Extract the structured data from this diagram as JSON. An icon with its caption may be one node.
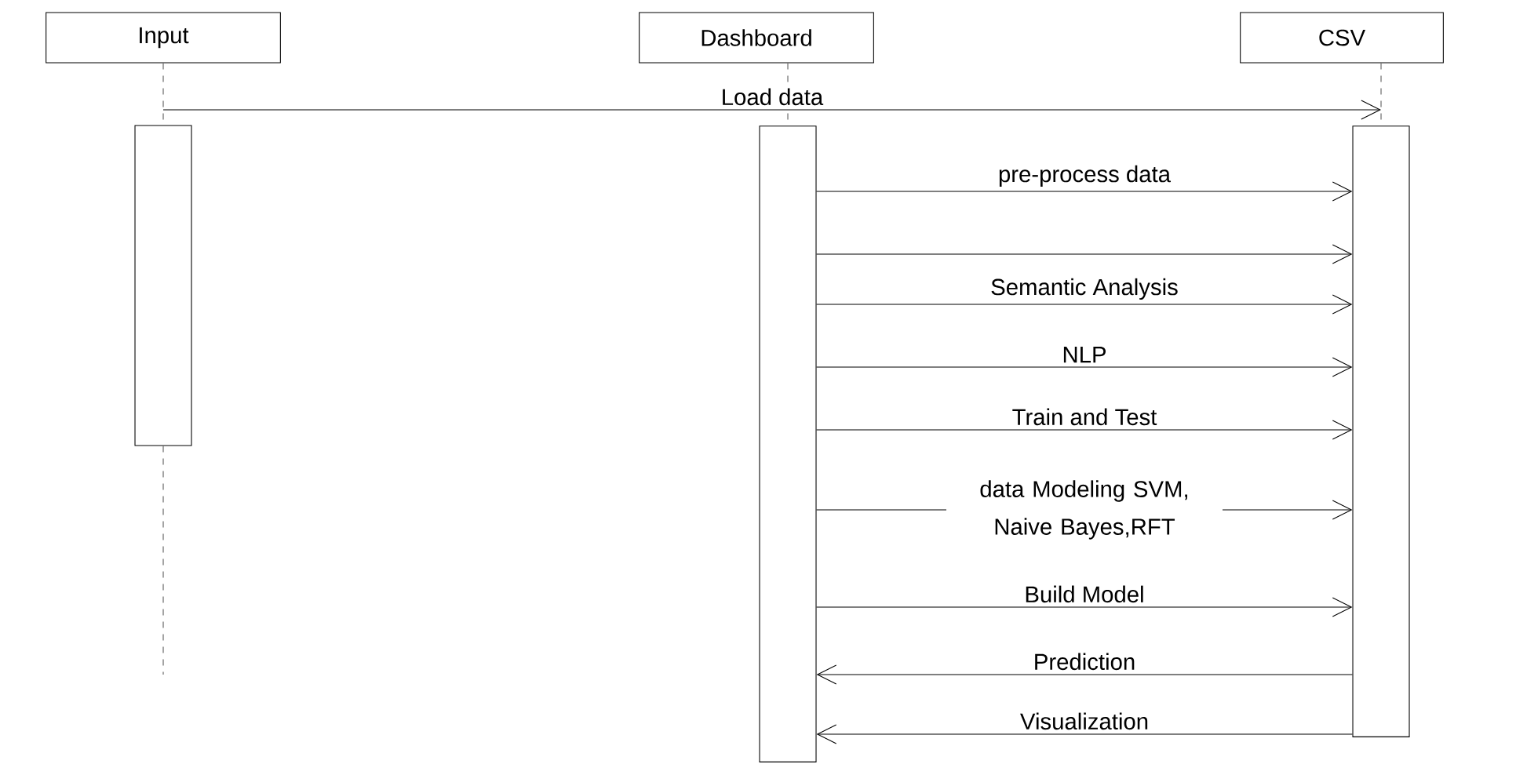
{
  "diagram": {
    "nodes": [
      {
        "text": [
          "Input"
        ]
      },
      {
        "text": [
          "Dashboard"
        ]
      },
      {
        "text": [
          "CSV"
        ]
      },
      {
        "text": [],
        "shape": "bar"
      },
      {
        "text": [],
        "shape": "bar"
      },
      {
        "text": [],
        "shape": "bar"
      }
    ],
    "edges": [
      {
        "from": 3,
        "to": 5,
        "arrow": "to",
        "label": "Load data"
      },
      {
        "from": 4,
        "to": 5,
        "arrow": "to",
        "label": "pre-process data"
      },
      {
        "from": 4,
        "to": 5,
        "arrow": "to"
      },
      {
        "from": 4,
        "to": 5,
        "arrow": "to",
        "label": "Semantic Analysis"
      },
      {
        "from": 4,
        "to": 5,
        "arrow": "to",
        "label": "NLP"
      },
      {
        "from": 4,
        "to": 5,
        "arrow": "to",
        "label": "Train and Test"
      },
      {
        "from": 4,
        "to": 5,
        "arrow": "to",
        "label": "data Modeling SVM, Naive Bayes,RFT"
      },
      {
        "from": 4,
        "to": 5,
        "arrow": "to",
        "label": "Build Model"
      },
      {
        "from": 5,
        "to": 4,
        "arrow": "to",
        "label": "Prediction"
      },
      {
        "from": 5,
        "to": 4,
        "arrow": "to",
        "label": "Visualization"
      },
      {
        "from": 0,
        "to": 3,
        "arrow": "none",
        "style": "dashed"
      },
      {
        "from": 1,
        "to": 4,
        "arrow": "none",
        "style": "dashed"
      },
      {
        "from": 2,
        "to": 5,
        "arrow": "none",
        "style": "dashed"
      },
      {
        "from": 3,
        "to": null,
        "arrow": "none",
        "style": "dashed"
      }
    ]
  }
}
